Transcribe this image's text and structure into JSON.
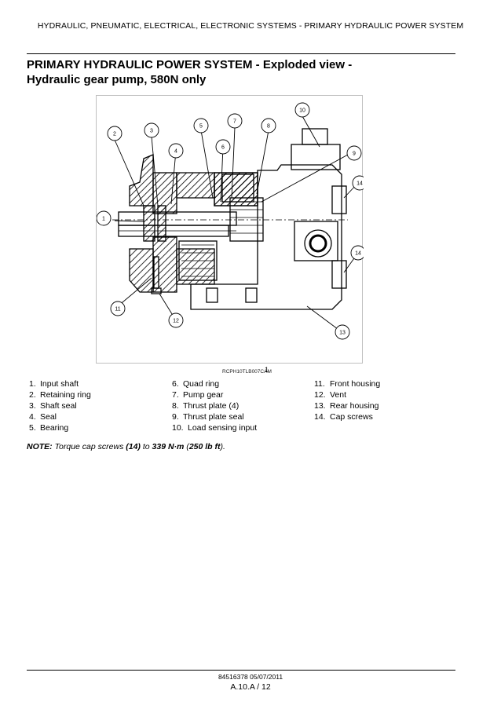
{
  "header": {
    "running_title": "HYDRAULIC, PNEUMATIC, ELECTRICAL, ELECTRONIC SYSTEMS - PRIMARY HYDRAULIC POWER SYSTEM"
  },
  "title": {
    "line1": "PRIMARY HYDRAULIC POWER SYSTEM - Exploded view -",
    "line2": "Hydraulic gear pump, 580N only"
  },
  "figure": {
    "code": "RCPH10TLB007CAM",
    "number": "1",
    "callouts": [
      "1",
      "2",
      "3",
      "4",
      "5",
      "6",
      "7",
      "8",
      "9",
      "10",
      "11",
      "12",
      "13",
      "14",
      "14"
    ]
  },
  "legend": {
    "col1": [
      {
        "num": "1.",
        "text": "Input shaft"
      },
      {
        "num": "2.",
        "text": "Retaining ring"
      },
      {
        "num": "3.",
        "text": "Shaft seal"
      },
      {
        "num": "4.",
        "text": "Seal"
      },
      {
        "num": "5.",
        "text": "Bearing"
      }
    ],
    "col2": [
      {
        "num": "6.",
        "text": "Quad ring"
      },
      {
        "num": "7.",
        "text": "Pump gear"
      },
      {
        "num": "8.",
        "text": "Thrust plate (4)"
      },
      {
        "num": "9.",
        "text": "Thrust plate seal"
      },
      {
        "num": "10.",
        "text": "Load sensing input"
      }
    ],
    "col3": [
      {
        "num": "11.",
        "text": "Front housing"
      },
      {
        "num": "12.",
        "text": "Vent"
      },
      {
        "num": "13.",
        "text": "Rear housing"
      },
      {
        "num": "14.",
        "text": "Cap screws"
      }
    ]
  },
  "note": {
    "label": "NOTE:",
    "t1": " Torque cap screws ",
    "ref": "(14)",
    "t2": " to ",
    "value": "339 N·m",
    "t3": " (",
    "imperial": "250 lb ft",
    "t4": ")."
  },
  "footer": {
    "doc_ref": "84516378 05/07/2011",
    "page": "A.10.A / 12"
  }
}
